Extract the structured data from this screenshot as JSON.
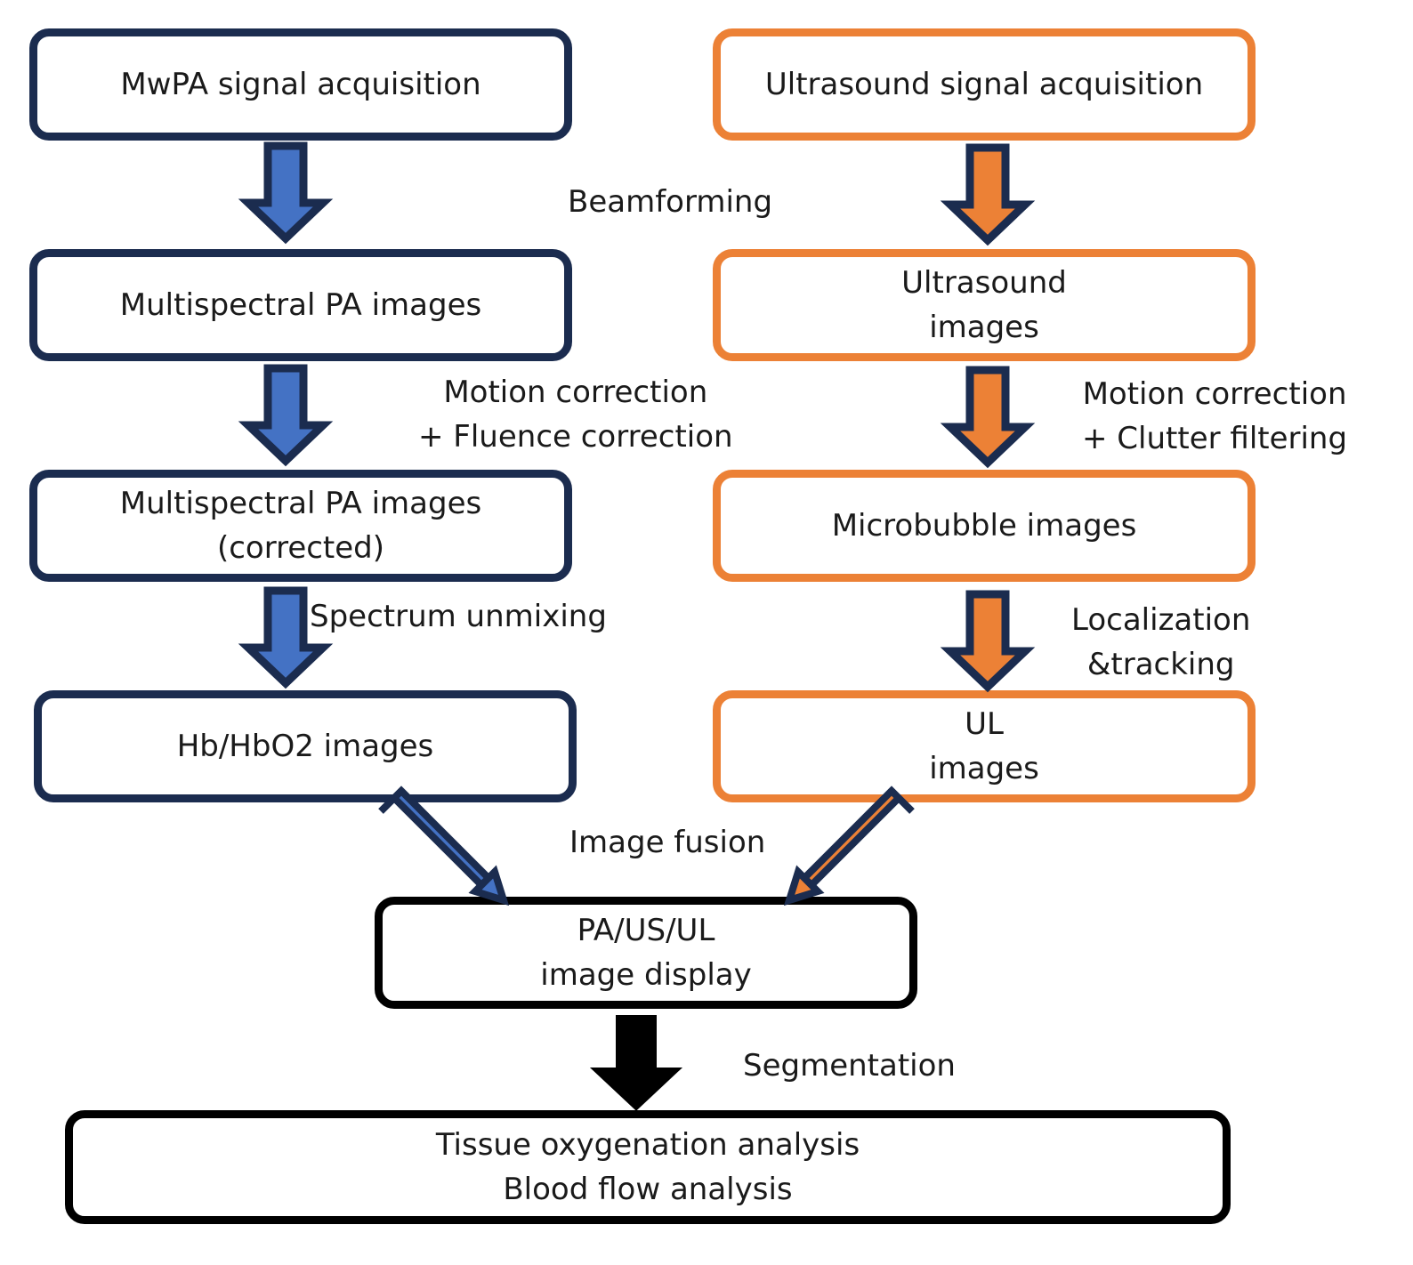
{
  "colors": {
    "navy": "#1b2c4f",
    "blue_fill": "#4472c4",
    "orange": "#ec8136",
    "black": "#000000"
  },
  "boxes": {
    "mwpa": [
      "MwPA signal acquisition"
    ],
    "multispectral": [
      "Multispectral PA images"
    ],
    "multispectral_corrected": [
      "Multispectral PA images",
      "(corrected)"
    ],
    "hb": [
      "Hb/HbO2 images"
    ],
    "us_signal": [
      "Ultrasound signal acquisition"
    ],
    "us_images": [
      "Ultrasound",
      "images"
    ],
    "microbubble": [
      "Microbubble images"
    ],
    "ul": [
      "UL",
      "images"
    ],
    "display": [
      "PA/US/UL",
      "image display"
    ],
    "analysis": [
      "Tissue oxygenation analysis",
      "Blood flow analysis"
    ]
  },
  "labels": {
    "beamforming": [
      "Beamforming"
    ],
    "motion_fluence": [
      "Motion correction",
      "+ Fluence correction"
    ],
    "spectrum": [
      "Spectrum unmixing"
    ],
    "motion_clutter": [
      "Motion correction",
      "+ Clutter filtering"
    ],
    "localization": [
      "Localization",
      "&tracking"
    ],
    "fusion": [
      "Image fusion"
    ],
    "segmentation": [
      "Segmentation"
    ]
  }
}
